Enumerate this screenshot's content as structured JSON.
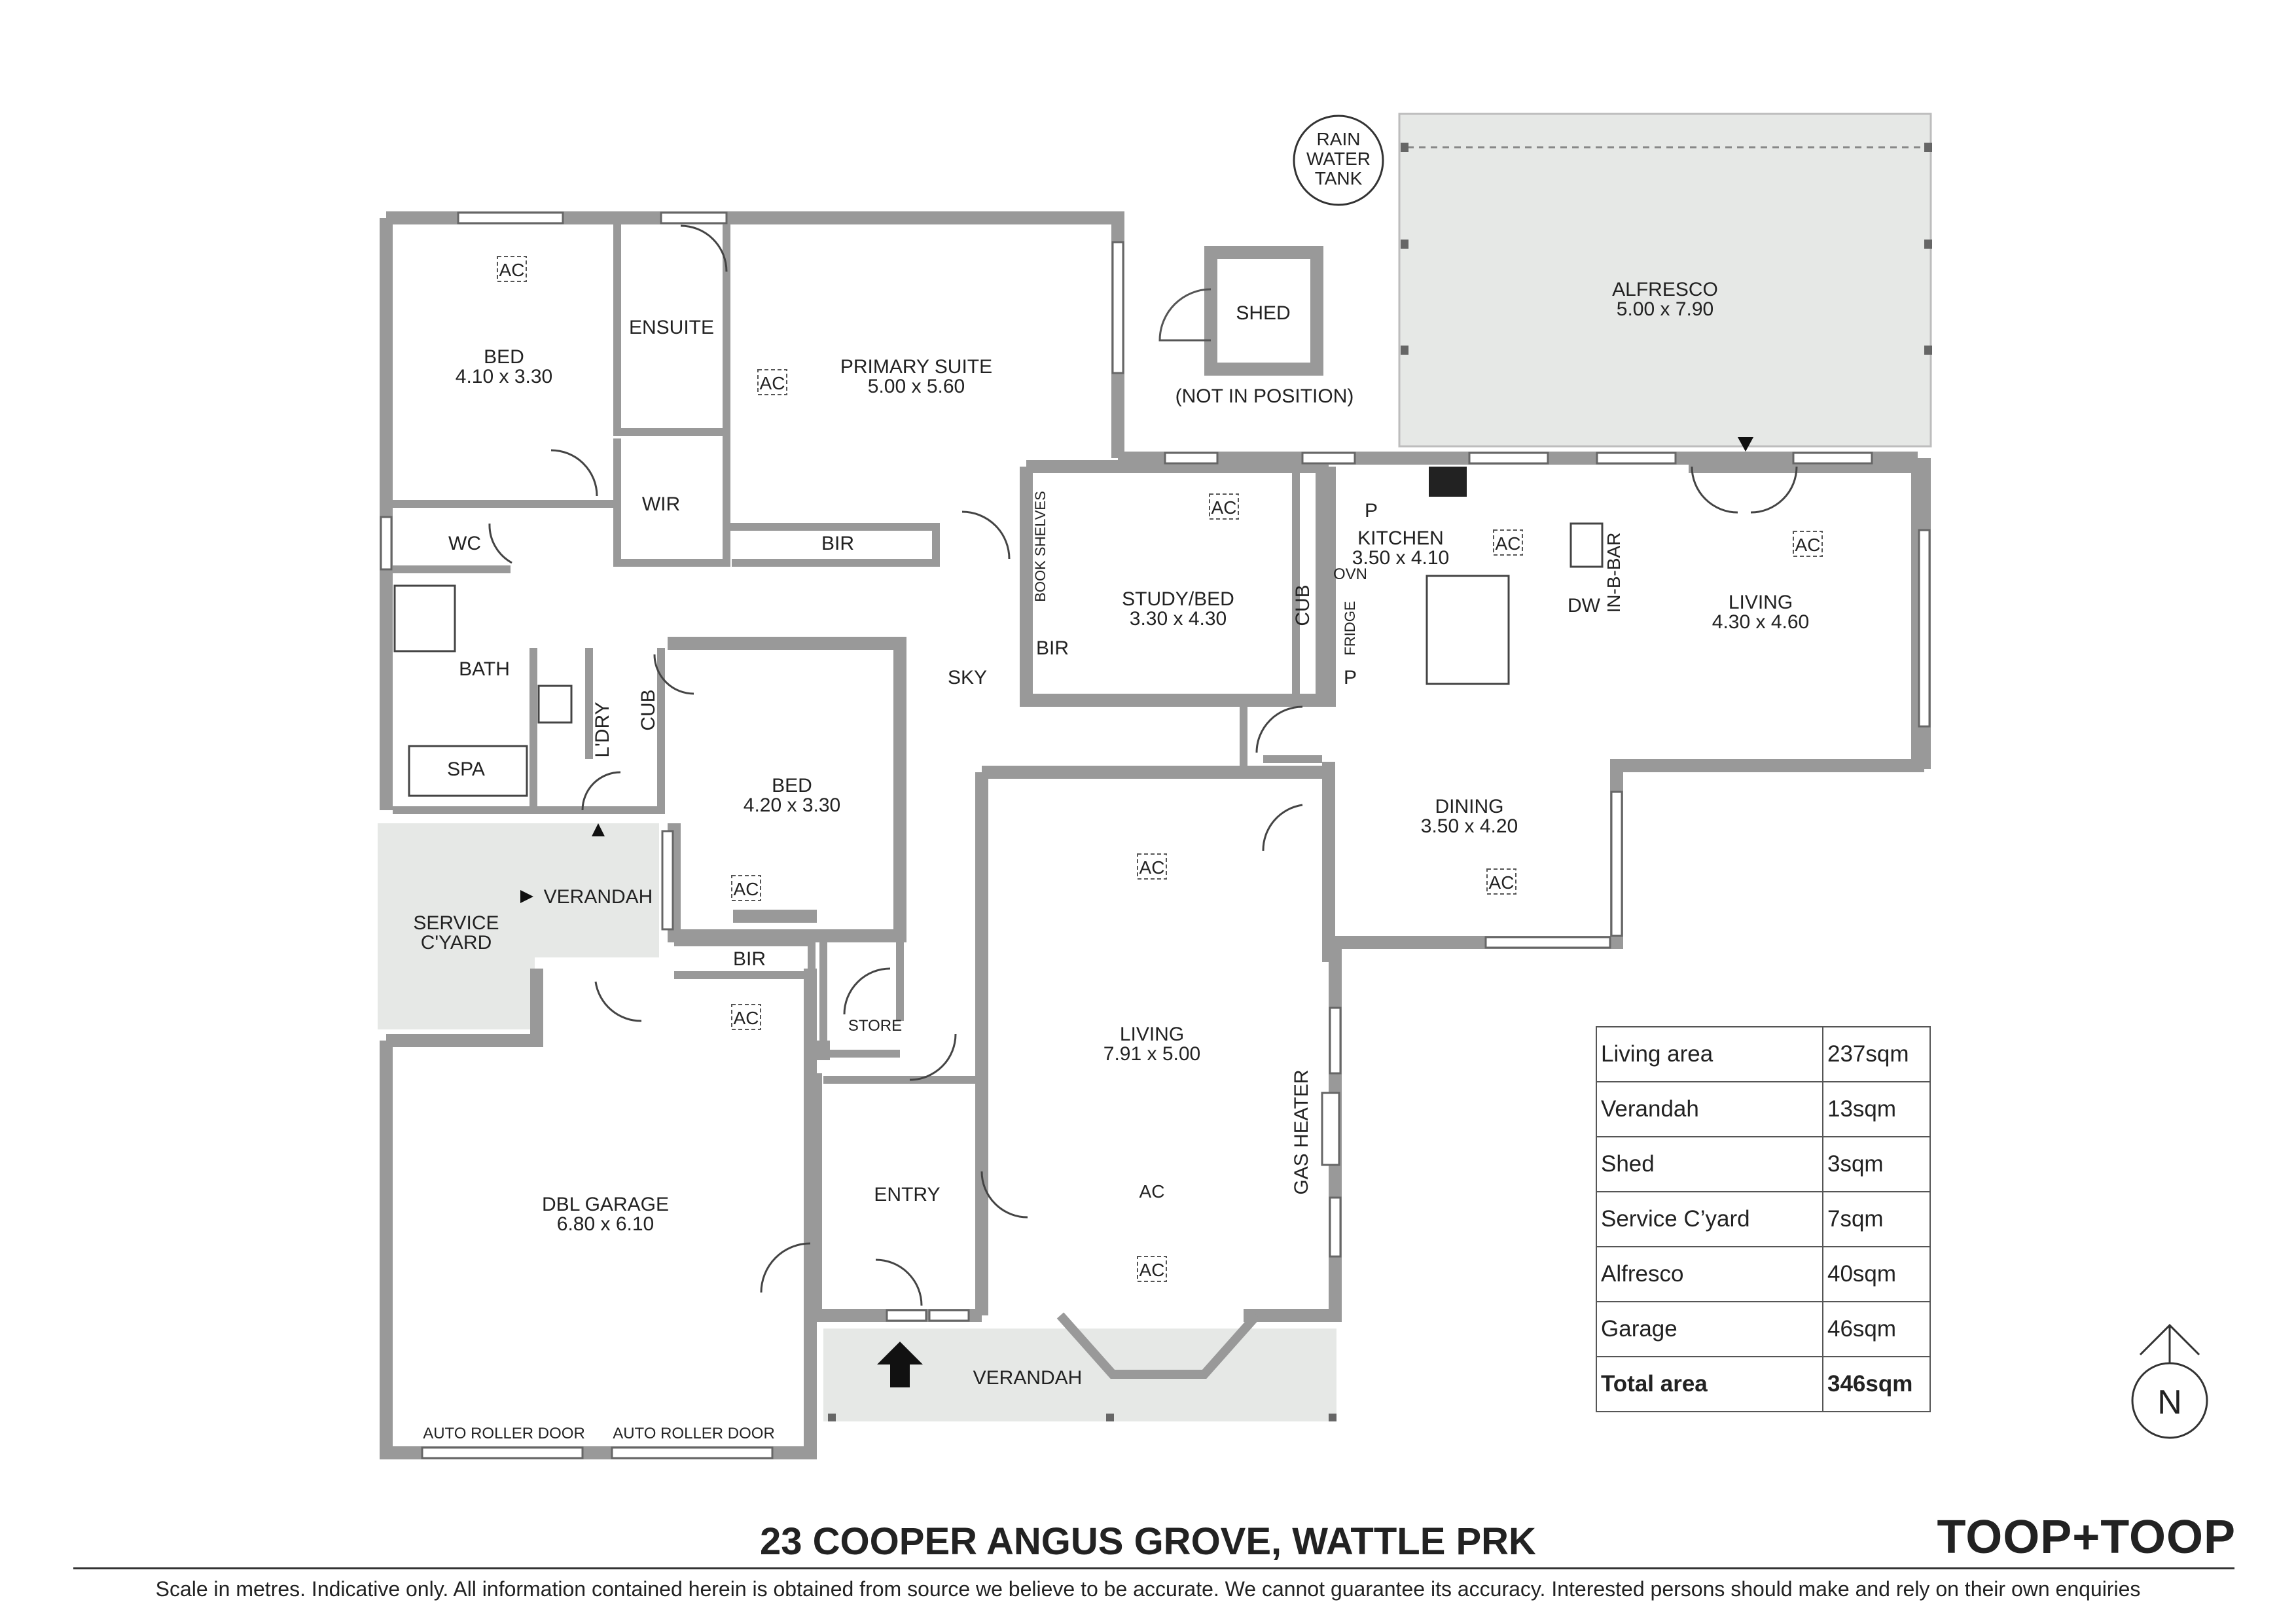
{
  "address": "23 COOPER ANGUS GROVE, WATTLE PRK",
  "brand": "TOOP➕TOOP",
  "disclaimer": "Scale in metres. Indicative only. All information contained herein is obtained from source we believe to be accurate. We cannot guarantee its accuracy. Interested persons should make and rely on their own enquiries",
  "north_label": "N",
  "colors": {
    "wall": "#999999",
    "outdoor": "#e6e8e6",
    "line": "#333333"
  },
  "rooms": {
    "bed1": {
      "name": "BED",
      "dims": "4.10 x 3.30"
    },
    "ensuite": {
      "name": "ENSUITE"
    },
    "primary": {
      "name": "PRIMARY SUITE",
      "dims": "5.00 x 5.60"
    },
    "wir": {
      "name": "WIR"
    },
    "bir1": {
      "name": "BIR"
    },
    "wc": {
      "name": "WC"
    },
    "bath": {
      "name": "BATH"
    },
    "spa": {
      "name": "SPA"
    },
    "ldry": {
      "name": "L'DRY"
    },
    "cub1": {
      "name": "CUB"
    },
    "bed2": {
      "name": "BED",
      "dims": "4.20 x 3.30"
    },
    "bir2": {
      "name": "BIR"
    },
    "service": {
      "name": "SERVICE C'YARD"
    },
    "verandah_side": {
      "name": "VERANDAH"
    },
    "store": {
      "name": "STORE"
    },
    "garage": {
      "name": "DBL GARAGE",
      "dims": "6.80 x 6.10",
      "doors": [
        "AUTO ROLLER DOOR",
        "AUTO ROLLER DOOR"
      ]
    },
    "entry": {
      "name": "ENTRY"
    },
    "living_main": {
      "name": "LIVING",
      "dims": "7.91 x 5.00"
    },
    "gas": {
      "name": "GAS HEATER"
    },
    "verandah_front": {
      "name": "VERANDAH"
    },
    "sky": {
      "name": "SKY"
    },
    "study": {
      "name": "STUDY/BED",
      "dims": "3.30 x 4.30"
    },
    "book": {
      "name": "BOOK SHELVES"
    },
    "bir3": {
      "name": "BIR"
    },
    "cub2": {
      "name": "CUB"
    },
    "ovn": {
      "name": "OVN"
    },
    "fridge": {
      "name": "FRIDGE"
    },
    "p1": {
      "name": "P"
    },
    "p2": {
      "name": "P"
    },
    "kitchen": {
      "name": "KITCHEN",
      "dims": "3.50 x 4.10"
    },
    "dw": {
      "name": "DW"
    },
    "inbar": {
      "name": "IN-B-BAR"
    },
    "living_rear": {
      "name": "LIVING",
      "dims": "4.30 x 4.60"
    },
    "dining": {
      "name": "DINING",
      "dims": "3.50 x 4.20"
    },
    "alfresco": {
      "name": "ALFRESCO",
      "dims": "5.00 x 7.90"
    },
    "shed": {
      "name": "SHED",
      "note": "(NOT IN POSITION)"
    },
    "tank": {
      "lines": [
        "RAIN",
        "WATER",
        "TANK"
      ]
    }
  },
  "ac_label": "AC",
  "areas": [
    {
      "label": "Living area",
      "value": "237sqm"
    },
    {
      "label": "Verandah",
      "value": "13sqm"
    },
    {
      "label": "Shed",
      "value": "3sqm"
    },
    {
      "label": "Service C’yard",
      "value": "7sqm"
    },
    {
      "label": "Alfresco",
      "value": "40sqm"
    },
    {
      "label": "Garage",
      "value": "46sqm"
    },
    {
      "label": "Total area",
      "value": "346sqm"
    }
  ]
}
